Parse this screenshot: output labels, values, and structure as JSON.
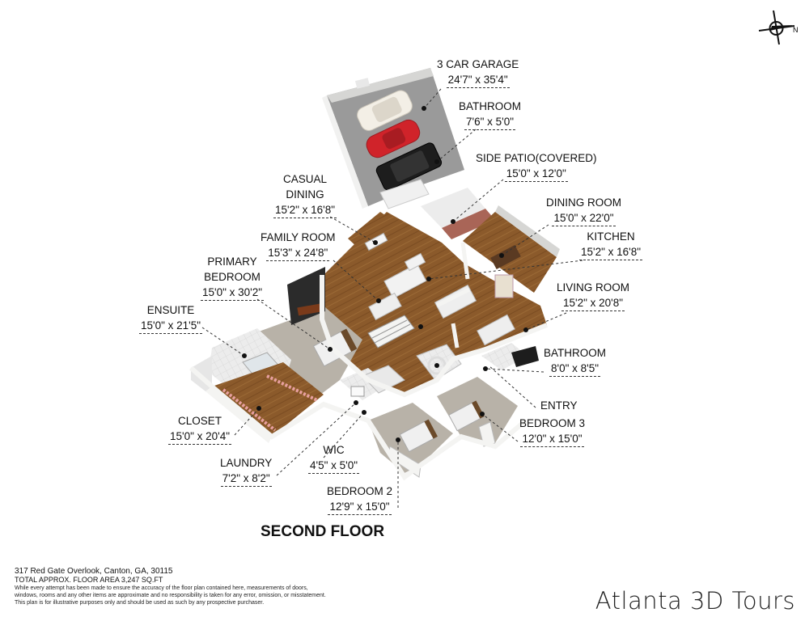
{
  "compass": {
    "label": "N"
  },
  "rooms": [
    {
      "id": "garage",
      "name": "3 CAR GARAGE",
      "dims": "24'7\" x 35'4\""
    },
    {
      "id": "bathroom1",
      "name": "BATHROOM",
      "dims": "7'6\" x 5'0\""
    },
    {
      "id": "side-patio",
      "name": "SIDE PATIO(COVERED)",
      "dims": "15'0\" x 12'0\""
    },
    {
      "id": "casual-dining",
      "name": "CASUAL DINING",
      "dims": "15'2\" x 16'8\""
    },
    {
      "id": "dining-room",
      "name": "DINING ROOM",
      "dims": "15'0\" x 22'0\""
    },
    {
      "id": "family-room",
      "name": "FAMILY ROOM",
      "dims": "15'3\" x 24'8\""
    },
    {
      "id": "kitchen",
      "name": "KITCHEN",
      "dims": "15'2\" x 16'8\""
    },
    {
      "id": "primary-bedroom",
      "name": "PRIMARY BEDROOM",
      "dims": "15'0\" x 30'2\""
    },
    {
      "id": "living-room",
      "name": "LIVING ROOM",
      "dims": "15'2\" x 20'8\""
    },
    {
      "id": "ensuite",
      "name": "ENSUITE",
      "dims": "15'0\" x 21'5\""
    },
    {
      "id": "bathroom2",
      "name": "BATHROOM",
      "dims": "8'0\" x 8'5\""
    },
    {
      "id": "entry",
      "name": "ENTRY",
      "dims": ""
    },
    {
      "id": "bedroom3",
      "name": "BEDROOM 3",
      "dims": "12'0\" x 15'0\""
    },
    {
      "id": "closet",
      "name": "CLOSET",
      "dims": "15'0\" x 20'4\""
    },
    {
      "id": "wic",
      "name": "WIC",
      "dims": "4'5\" x 5'0\""
    },
    {
      "id": "laundry",
      "name": "LAUNDRY",
      "dims": "7'2\" x 8'2\""
    },
    {
      "id": "bedroom2",
      "name": "BEDROOM 2",
      "dims": "12'9\" x 15'0\""
    }
  ],
  "labels": {
    "casual_1": "CASUAL",
    "casual_2": "DINING",
    "primary_1": "PRIMARY",
    "primary_2": "BEDROOM"
  },
  "floor_title": "SECOND FLOOR",
  "footer": {
    "address": "317 Red Gate Overlook, Canton, GA, 30115",
    "area": "TOTAL APPROX. FLOOR AREA 3,247 SQ.FT",
    "disclaimer": [
      "While  every attempt has been made to ensure the accuracy of the floor plan contained here, measurements of doors,",
      "windows, rooms and any other items are approximate and no responsibility is taken for any error, omission, or misstatement.",
      "This plan is for illustrative purposes only and should be used as such by any prospective purchaser."
    ]
  },
  "brand": "Atlanta 3D Tours",
  "colors": {
    "wood": "#8b5a2b",
    "carpet": "#b8b2a8",
    "wall": "#f4f4f2",
    "wall_shade": "#d6d6d4",
    "garage_floor": "#9a9a9a",
    "tile": "#e6e6e6",
    "car_white": "#f3efe6",
    "car_red": "#d0232a",
    "car_black": "#1d1d1d"
  }
}
